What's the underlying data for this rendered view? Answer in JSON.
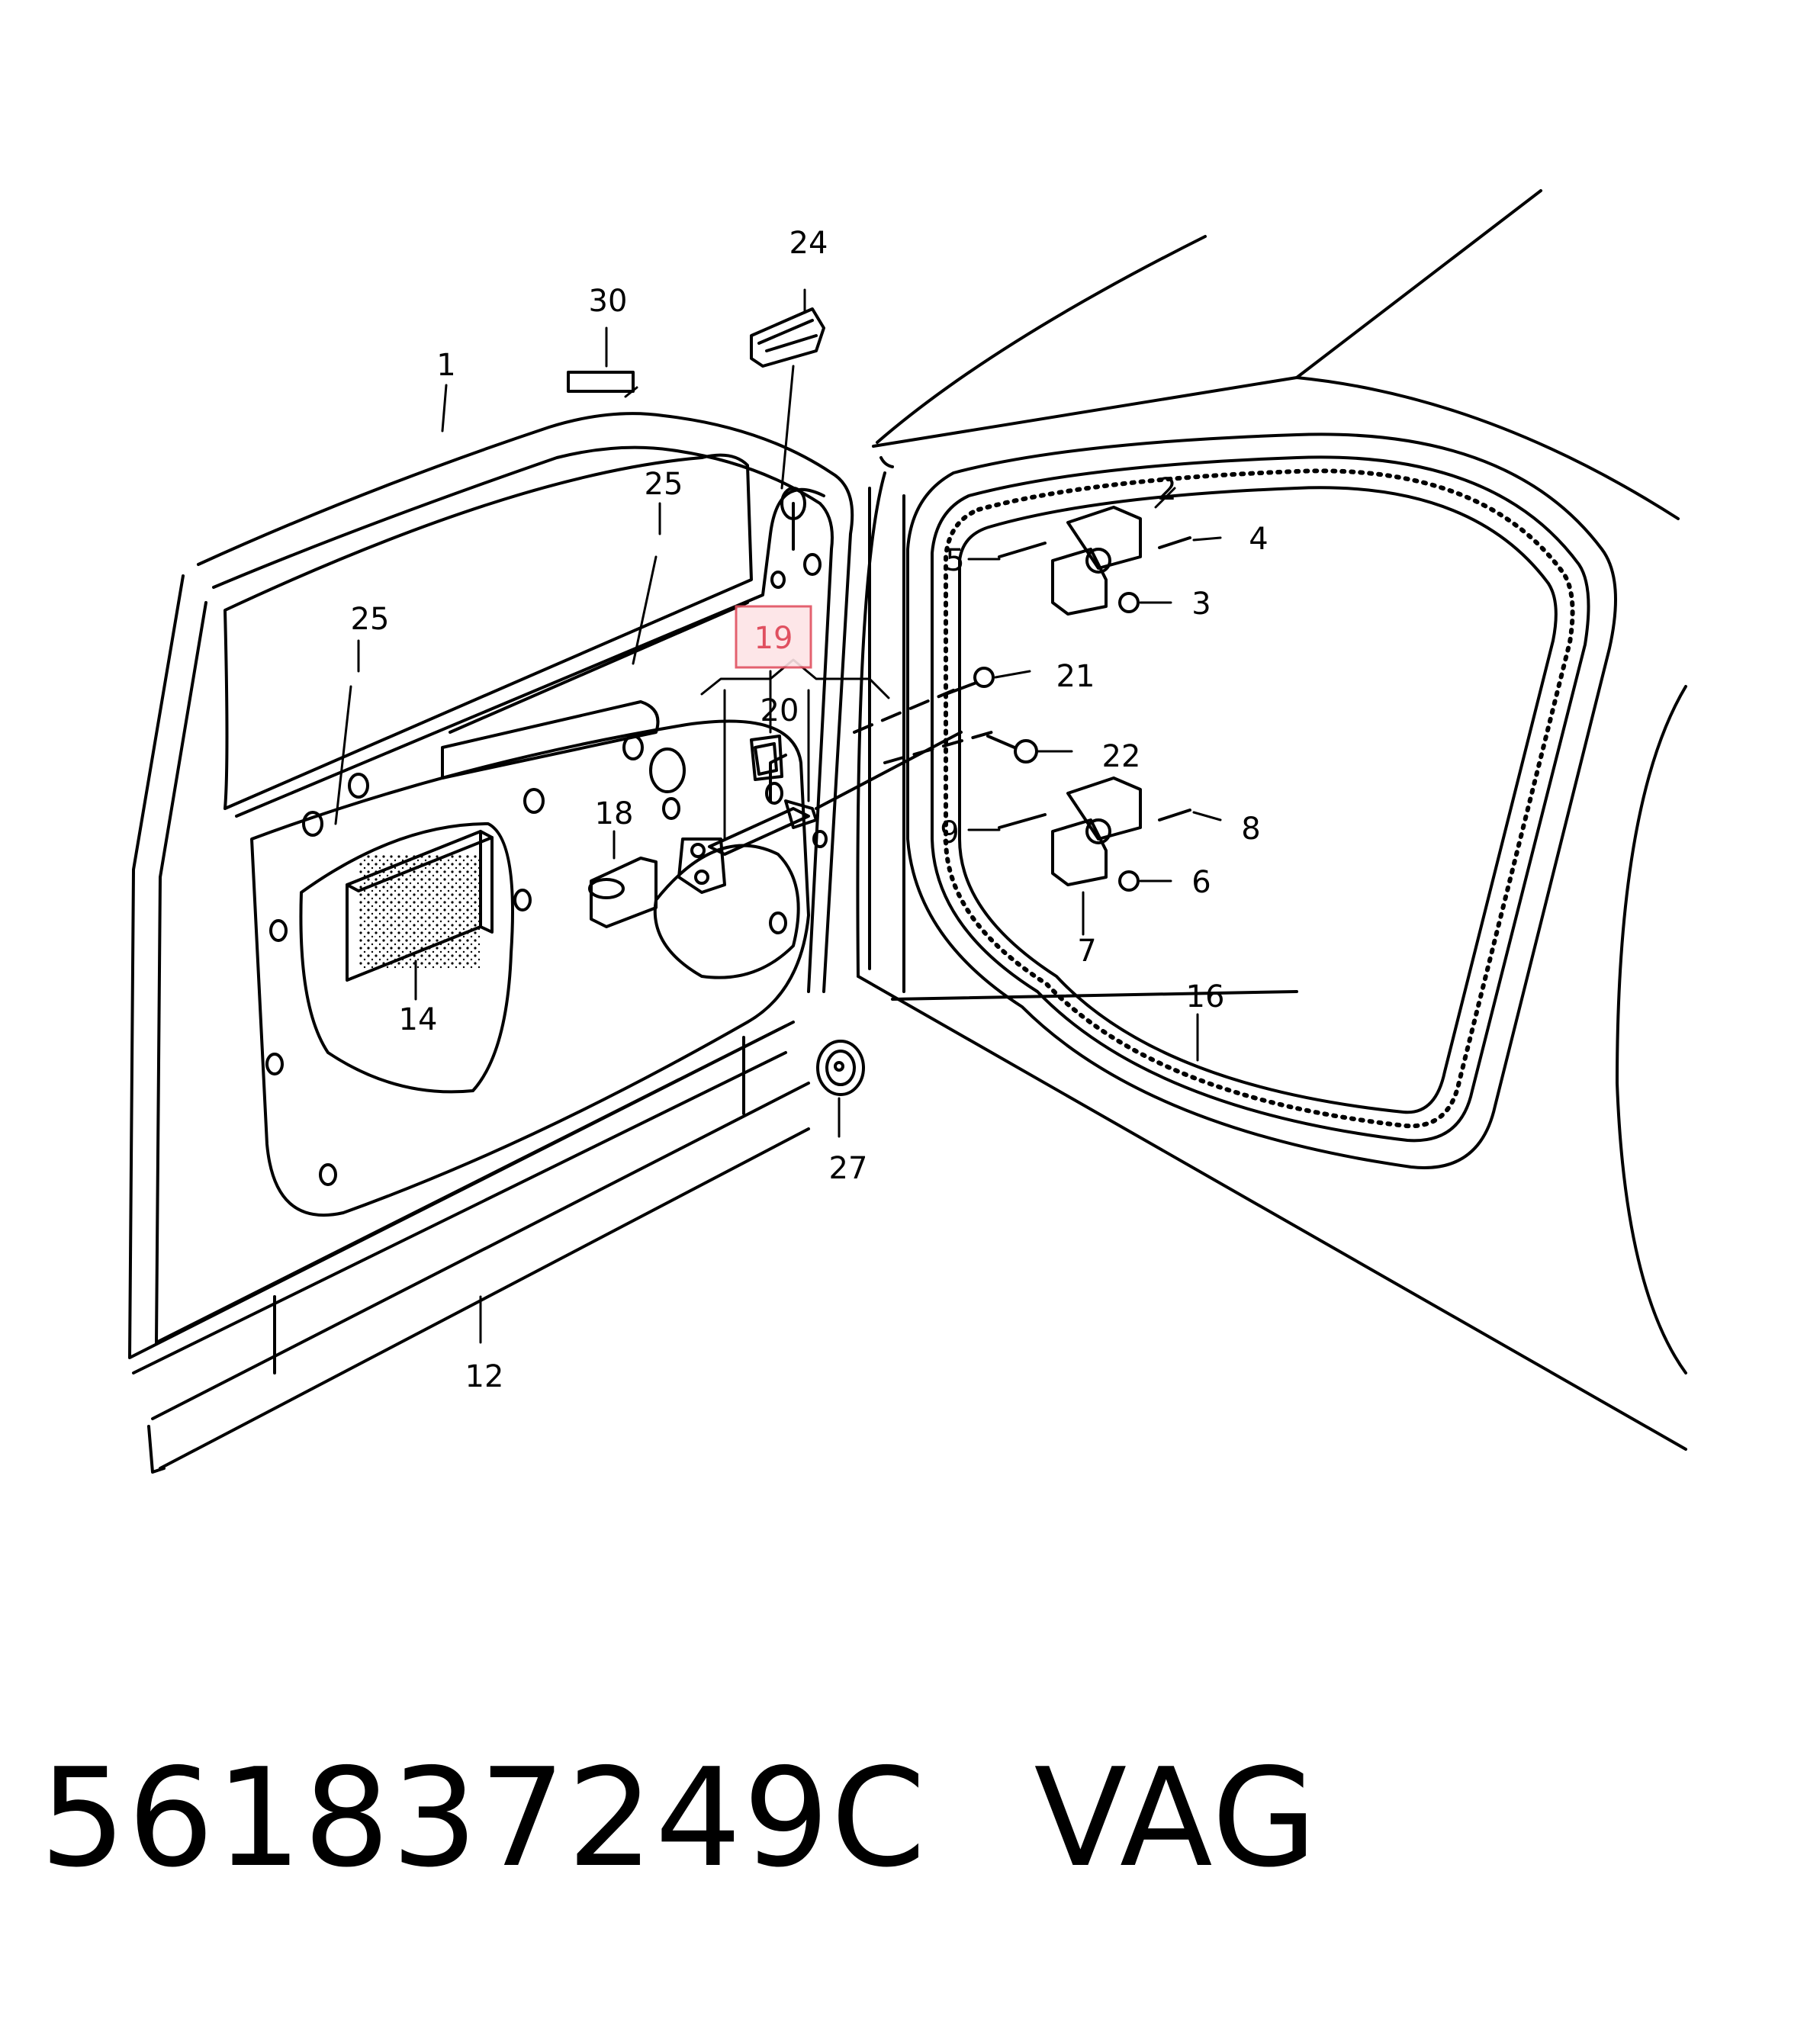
{
  "diagram": {
    "callouts": [
      {
        "id": "c1",
        "label": "1"
      },
      {
        "id": "c2",
        "label": "2"
      },
      {
        "id": "c3",
        "label": "3"
      },
      {
        "id": "c4",
        "label": "4"
      },
      {
        "id": "c5",
        "label": "5"
      },
      {
        "id": "c6",
        "label": "6"
      },
      {
        "id": "c7",
        "label": "7"
      },
      {
        "id": "c8",
        "label": "8"
      },
      {
        "id": "c9",
        "label": "9"
      },
      {
        "id": "c12",
        "label": "12"
      },
      {
        "id": "c14",
        "label": "14"
      },
      {
        "id": "c16",
        "label": "16"
      },
      {
        "id": "c18",
        "label": "18"
      },
      {
        "id": "c19",
        "label": "19",
        "highlighted": true
      },
      {
        "id": "c20",
        "label": "20"
      },
      {
        "id": "c21",
        "label": "21"
      },
      {
        "id": "c22",
        "label": "22"
      },
      {
        "id": "c24",
        "label": "24"
      },
      {
        "id": "c25a",
        "label": "25"
      },
      {
        "id": "c25b",
        "label": "25"
      },
      {
        "id": "c27",
        "label": "27"
      },
      {
        "id": "c30",
        "label": "30"
      }
    ],
    "highlight_color": "#e05060"
  },
  "caption": {
    "part_number": "561837249C",
    "brand": "VAG"
  }
}
